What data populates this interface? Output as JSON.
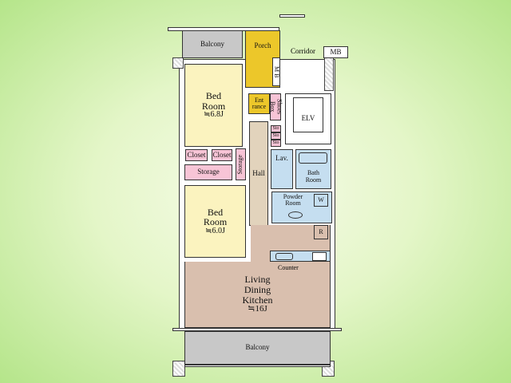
{
  "rooms": {
    "balcony_top": "Balcony",
    "porch": "Porch",
    "corridor": "Corridor",
    "mb_top": "MB",
    "mb_porch": "M B",
    "bedroom1": {
      "name": "Bed Room",
      "size": "≒6.8J"
    },
    "entrance": "Ent rance",
    "shoes_box": "Shoes Box",
    "elv": "ELV",
    "sto": [
      "Sto",
      "Sto",
      "Sto"
    ],
    "closet1": "Closet",
    "closet2": "Closet",
    "storage_h": "Storage",
    "storage_v": "Storage",
    "lav": "Lav.",
    "bath": "Bath Room",
    "hall": "Hall",
    "powder": "Powder Room",
    "bedroom2": {
      "name": "Bed Room",
      "size": "≒6.0J"
    },
    "counter": "Counter",
    "ldk": {
      "name": "Living Dining Kitchen",
      "size": "≒16J"
    },
    "balcony_bottom": "Balcony",
    "w_mark": "W",
    "r_mark": "R"
  }
}
